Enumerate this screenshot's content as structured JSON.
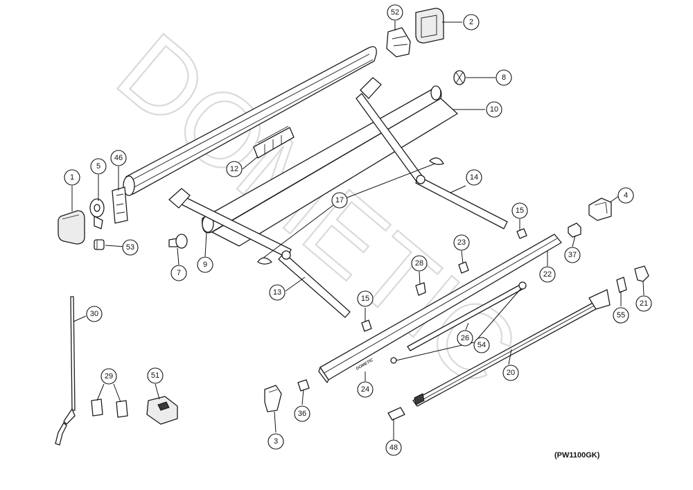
{
  "watermark": "DOMETIC",
  "diagram_code": "(PW1100GK)",
  "rail_brand": "DOMETIC",
  "callouts": [
    "1",
    "2",
    "3",
    "4",
    "5",
    "7",
    "8",
    "9",
    "10",
    "12",
    "13",
    "14",
    "15",
    "15",
    "17",
    "20",
    "21",
    "22",
    "23",
    "24",
    "26",
    "28",
    "29",
    "30",
    "36",
    "37",
    "46",
    "48",
    "51",
    "52",
    "53",
    "54",
    "55"
  ]
}
